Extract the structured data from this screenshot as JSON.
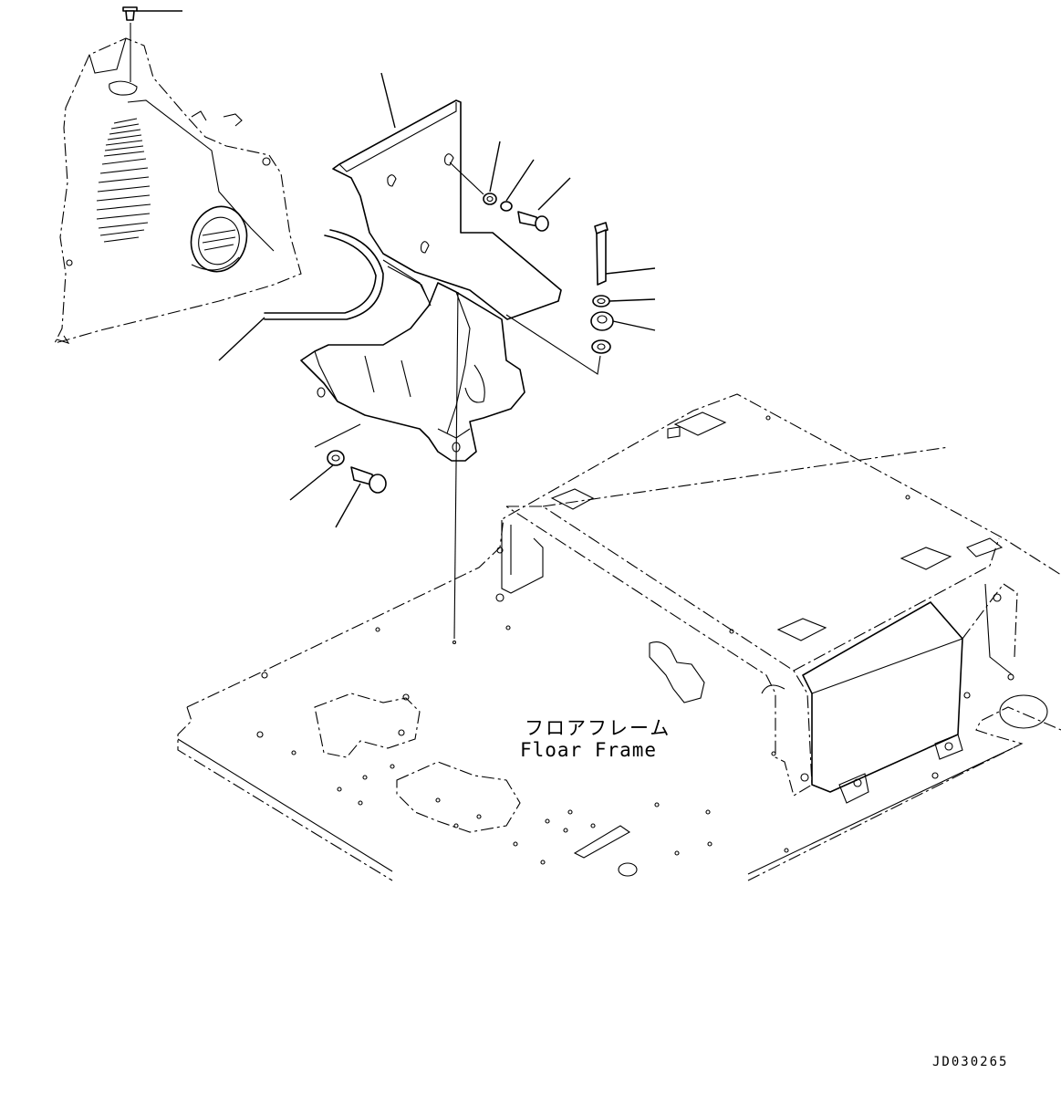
{
  "labels": {
    "floor_frame_jp": "フロアフレーム",
    "floor_frame_en": "Floar Frame",
    "drawing_code": "JD030265"
  }
}
